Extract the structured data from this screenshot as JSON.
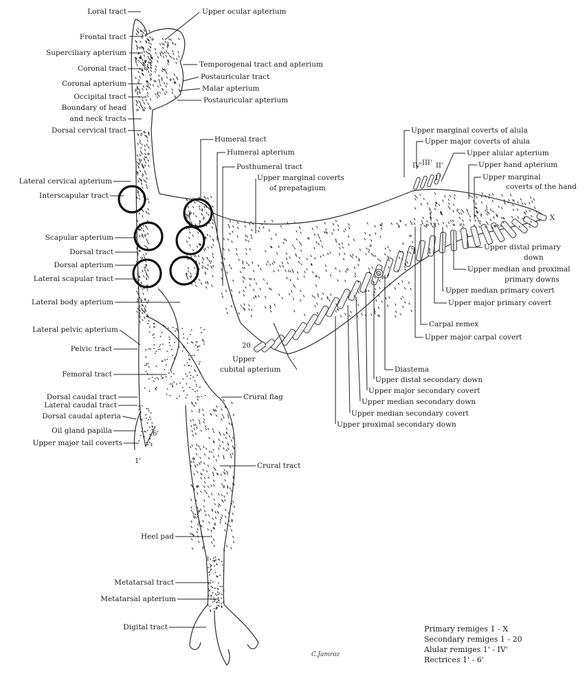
{
  "labels_left": [
    "Loral tract",
    "Frontal tract",
    "Superciliary apterium",
    "Coronal tract",
    "Coronal apterium",
    "Occipital tract",
    "Boundary of head",
    "and neck tracts",
    "Dorsal cervical tract",
    "Lateral cervical apterium",
    "Interscapular tract",
    "Scapular apterium",
    "Dorsal tract",
    "Dorsal apterium",
    "Lateral scapular tract",
    "Lateral body apterium",
    "Lateral pelvic apterium",
    "Pelvic tract",
    "Femoral tract",
    "Dorsal caudal tract",
    "Lateral caudal tract",
    "Dorsal caudal apteria",
    "Oil gland papilla",
    "Upper major tail coverts",
    "Heel pad",
    "Metatarsal tract",
    "Metatarsal apterium",
    "Digital tract"
  ],
  "labels_top": [
    "Upper ocular apterium",
    "Temporogenal tract and apterium",
    "Postauricular tract",
    "Malar apterium",
    "Postauricular apterium",
    "Humeral tract",
    "Humeral apterium",
    "Posthumeral tract",
    "Upper marginal coverts",
    "of prepatagium"
  ],
  "labels_wing": [
    "Upper marginal coverts of alula",
    "Upper  major coverts of alula",
    "Upper alular apterium",
    "Upper hand apterium",
    "Upper marginal",
    "coverts of the hand",
    "Upper distal primary",
    "down",
    "Upper median and proximal",
    "primary downs",
    "Upper median primary covert",
    "Upper major primary covert",
    "Carpal remex",
    "Upper major carpal covert"
  ],
  "labels_bottom": [
    "Diastema",
    "Upper distal secondary down",
    "Upper major secondary covert",
    "Upper median secondary down",
    "Upper median secondary covert",
    "Upper proximal secondary down",
    "Crural flag",
    "Crural tract",
    "Upper",
    "cubital apterium"
  ],
  "numerals": {
    "alula": [
      "IV'",
      "III'",
      "II'",
      "1'"
    ],
    "primary_end": "X",
    "primary_one_a": "1",
    "primary_one_b": "1",
    "secondary_end": "20",
    "tail_six": "6'",
    "tail_one": "1'"
  },
  "legend": [
    "Primary remiges 1 - X",
    "Secondary remiges 1 - 20",
    "Alular remiges 1' - IV'",
    "Rectrices 1' - 6'"
  ],
  "signature": "C.Jamroz",
  "colors": {
    "ink": "#1a1a1a",
    "ring": "#111111",
    "paper": "#ffffff"
  }
}
